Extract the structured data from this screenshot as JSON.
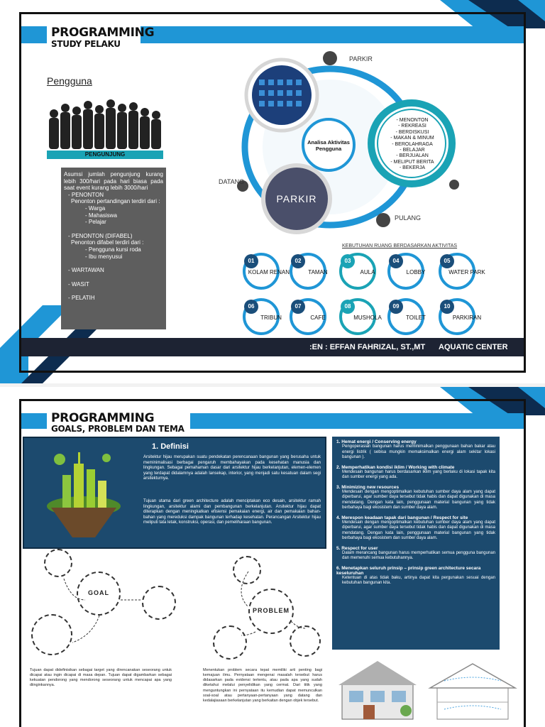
{
  "slide1": {
    "title_main": "PROGRAMMING",
    "title_sub": "STUDY PELAKU",
    "section_title": "Pengguna",
    "pengunjung_label": "PENGUNJUNG",
    "assumption_lines": [
      "Asumsi jumlah pengunjung kurang lebih 300/hari pada hari  biasa pada saat event kurang lebih 3000/hari",
      "- PENONTON",
      "Penonton pertandingan terdiri dari :",
      "- Warga",
      "- Mahasiswa",
      "- Pelajar",
      "- PENONTON (DIFABEL)",
      "Penonton difabel terdiri dari :",
      "- Pengguna kursi roda",
      "- Ibu menyusui",
      "- WARTAWAN",
      "- WASIT",
      "- PELATIH"
    ],
    "diagram": {
      "parkir_top": "PARKIR",
      "datang": "DATANG",
      "pulang": "PULANG",
      "parkir_big": "PARKIR",
      "center_label": "Analisa Aktivitas Pengguna",
      "activities": [
        "- MENONTON",
        "- REKREASI",
        "- BERDISKUSI",
        "- MAKAN & MINUM",
        "- BEROLAHRAGA",
        "- BELAJAR",
        "- BERJUALAN",
        "- MELIPUT BERITA",
        "- BEKERJA"
      ]
    },
    "needs_title": "KEBUTUHAN RUANG BERDASARKAN AKTIVITAS",
    "rooms": [
      {
        "num": "01",
        "label": "KOLAM RENANG"
      },
      {
        "num": "02",
        "label": "TAMAN"
      },
      {
        "num": "03",
        "label": "AULA"
      },
      {
        "num": "04",
        "label": "LOBBY"
      },
      {
        "num": "05",
        "label": "WATER PARK"
      },
      {
        "num": "06",
        "label": "TRIBUN"
      },
      {
        "num": "07",
        "label": "CAFE"
      },
      {
        "num": "08",
        "label": "MUSHOLA"
      },
      {
        "num": "09",
        "label": "TOILET"
      },
      {
        "num": "10",
        "label": "PARKIRAN"
      }
    ],
    "footer_left": ":EN   : EFFAN FAHRIZAL, ST.,MT",
    "footer_right": "AQUATIC CENTER"
  },
  "slide2": {
    "title_main": "PROGRAMMING",
    "title_sub": "GOALS, PROBLEM DAN TEMA",
    "definisi_title": "1. Definisi",
    "definisi_p1": "Arsitektur hijau merupakan suatu pendekatan perencanaan bangunan yang berusaha untuk meminimalisasi berbagai pengaruh membahayakan pada kesehatan manusia dan lingkungan. Sebagai pemahaman dasar dari arsitektur hijau berkelanjutan, elemen-elemen yang terdapat didalamnya adalah lansekap, interior, yang menjadi satu kesatuan dalam segi arsitekturnya.",
    "definisi_p2": "Tujuan utama dari green architecture adalah menciptakan eco desain, arsitektur ramah lingkungan, arsitektur alami dan pembangunan berkelanjutan. Arsitektur hijau dapat diterapkan dengan meningkatkan efisiensi pemakaian energi, air dan pemakaian bahan-bahan yang mereduksi dampak bangunan terhadap kesehatan. Perancangan Arsitektur hijau meliputi tata letak, konstruksi, operasi, dan pemeliharaan bangunan.",
    "goal_label": "GOAL",
    "problem_label": "PROBLEM",
    "goal_text": "Tujuan dapat didefinisikan sebagai target yang direncanakan seseorang untuk dicapai atau ingin dicapai di masa depan. Tujuan dapat digambarkan sebagai kekuatan pendorong yang mendorong seseorang untuk mencapai apa yang diinginkannya.",
    "problem_text": "Menentukan problem secara tepat memiliki arti penting bagi kemajuan ilmu. Pernyataan mengenai masalah tersebut harus didasarkan pada evidensi tertentu, atau pada apa yang sudah diketahui melalui penyelidikan yang cermat. Dari titik yang menguntungkan ini pernyataan itu kemudian dapat memunculkan soal-soal atau pertanyaan-pertanyaan yang datang dan kedalajiasaan berkelanjutan yang berkaitan dengan objek tersebut.",
    "principles": [
      {
        "title": "1. Hemat energi / Conserving energy",
        "body": "Pengoperasian bangunan harus meminimalkan penggunaan bahan bakar atau energi listrik ( sebisa mungkin memaksimalkan energi alam sekitar lokasi bangunan )."
      },
      {
        "title": "2. Memperhatikan kondisi iklim / Working with climate",
        "body": "Mendesain bangunan harus berdasarkan iklim yang berlaku di lokasi tapak kita dan sumber energi yang ada."
      },
      {
        "title": "3. Minimizing new resources",
        "body": "Mendesain dengan mengoptimalkan kebutuhan sumber daya alam yang dapat diperbarui, agar sumber daya tersebut tidak habis dan dapat digunakan di masa mendatang. Dengan kata lain, penggunaan material bangunan yang tidak berbahaya bagi ekosistem dan sumber daya alam."
      },
      {
        "title": "4. Merespon keadaan tapak dari bangunan / Respect for site",
        "body": "Mendesain dengan mengoptimalkan kebutuhan sumber daya alam yang dapat diperbarui, agar sumber daya tersebut tidak habis dan dapat digunakan di masa mendatang. Dengan kata lain, penggunaan material bangunan yang tidak berbahaya bagi ekosistem dan sumber daya alam."
      },
      {
        "title": "5. Respect for user",
        "body": "Dalam merancang bangunan harus memperhatikan semua pengguna bangunan dan memenuhi semua kebutuhannya."
      },
      {
        "title": "6. Menetapkan seluruh prinsip – prinsip green architecture secara keseluruhan",
        "body": "Ketentuan di atas tidak baku, artinya dapat kita pergunakan sesuai dengan kebutuhan bangunan kita."
      }
    ]
  },
  "colors": {
    "accent": "#1f96d6",
    "dark": "#1c4a6e",
    "teal": "#1aa3b5",
    "grey": "#5e5e5e"
  }
}
